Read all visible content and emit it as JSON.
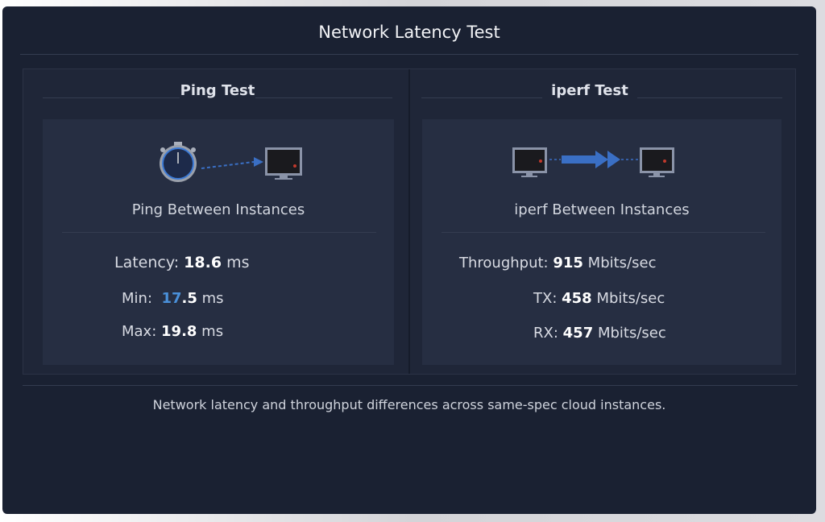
{
  "title": "Network Latency Test",
  "ping": {
    "title": "Ping Test",
    "subtitle": "Ping Between Instances",
    "latency_label": "Latency:",
    "latency_value": "18.6",
    "latency_unit": "ms",
    "min_label": "Min:",
    "min_value_hi": "17",
    "min_value_rest": ".5",
    "min_unit": "ms",
    "max_label": "Max:",
    "max_value": "19.8",
    "max_unit": "ms"
  },
  "iperf": {
    "title": "iperf Test",
    "subtitle": "iperf Between Instances",
    "throughput_label": "Throughput:",
    "throughput_value": "915",
    "throughput_unit": "Mbits/sec",
    "tx_label": "TX:",
    "tx_value": "458",
    "tx_unit": "Mbits/sec",
    "rx_label": "RX:",
    "rx_value": "457",
    "rx_unit": "Mbits/sec"
  },
  "footer": "Network latency and throughput differences across same-spec cloud instances.",
  "colors": {
    "accent": "#3a6fc4",
    "background": "#1a2132"
  }
}
